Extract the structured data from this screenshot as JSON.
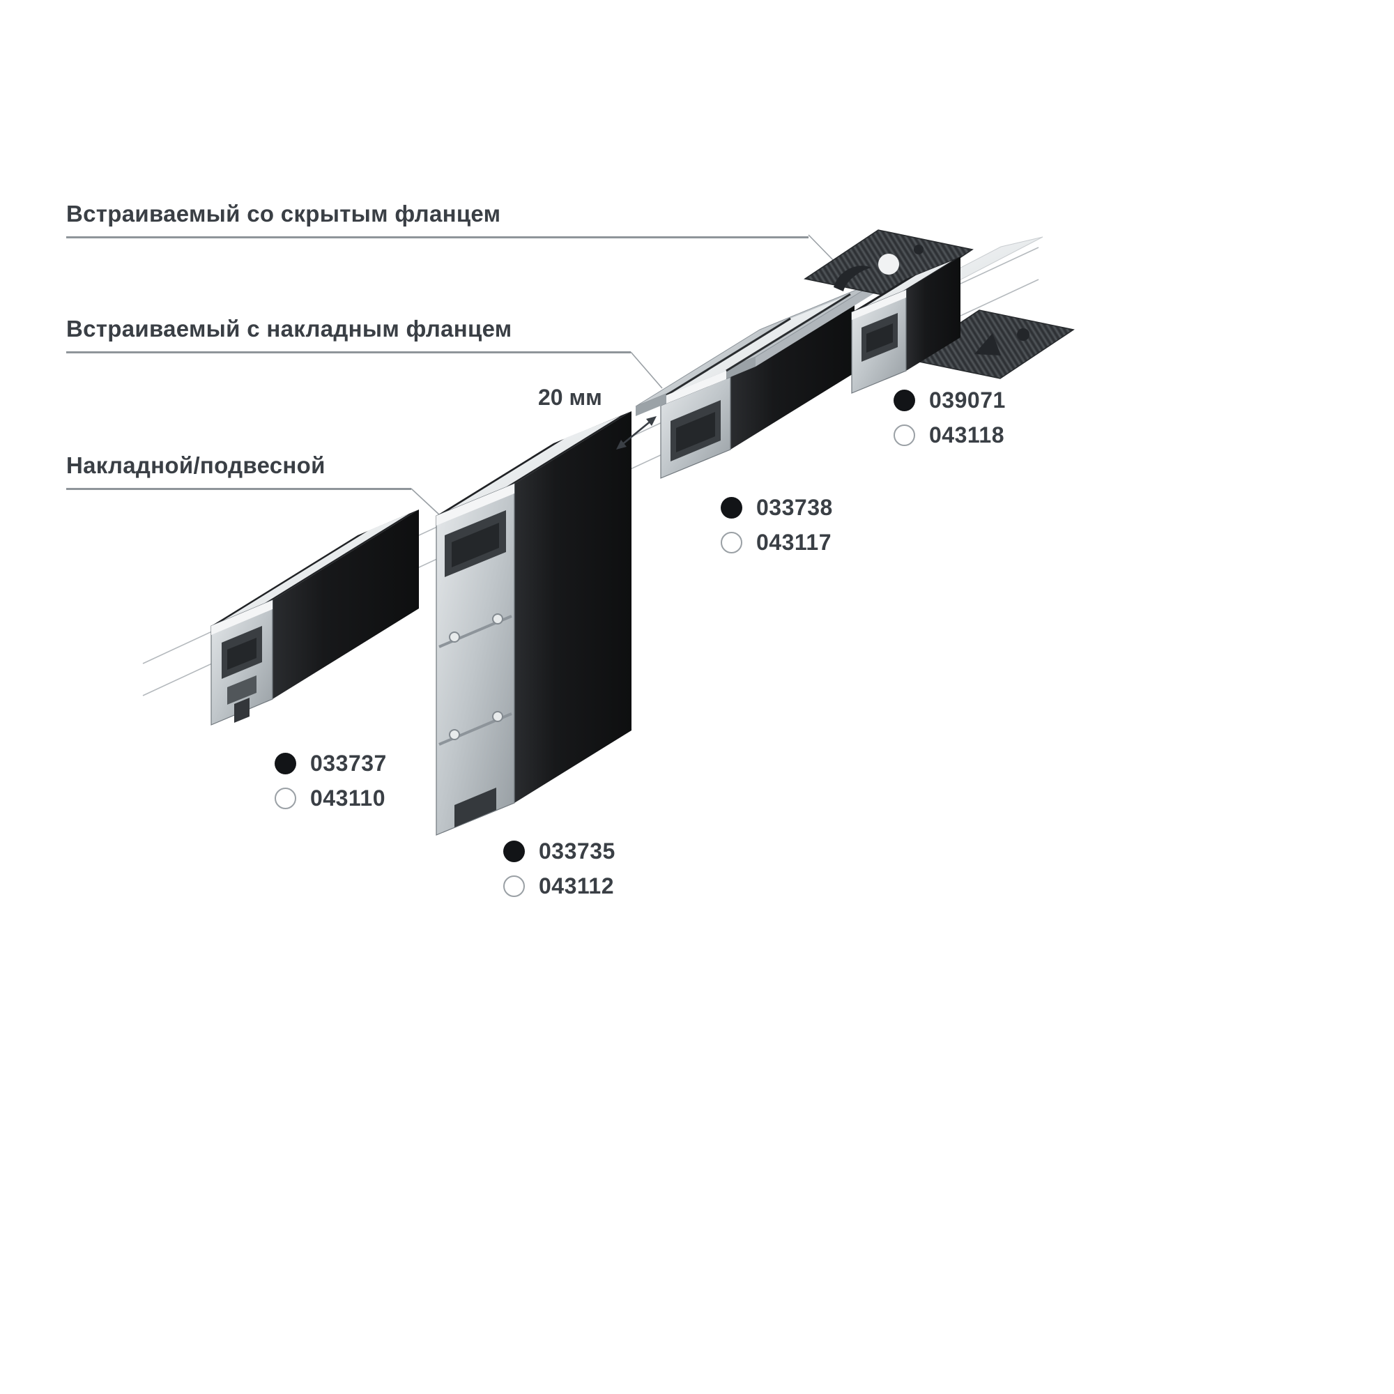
{
  "labels": {
    "hidden_flange": "Встраиваемый со скрытым фланцем",
    "surface_flange": "Встраиваемый с накладным фланцем",
    "surface_mount": "Накладной/подвесной"
  },
  "dimension": {
    "gap": "20 мм"
  },
  "products": [
    {
      "type": "recessed-hidden-flange",
      "black_code": "039071",
      "white_code": "043118"
    },
    {
      "type": "recessed-surface-flange",
      "black_code": "033738",
      "white_code": "043117"
    },
    {
      "type": "surface-small",
      "black_code": "033737",
      "white_code": "043110"
    },
    {
      "type": "surface-tall",
      "black_code": "033735",
      "white_code": "043112"
    }
  ],
  "colors": {
    "text": "#3a3f45",
    "guide_line": "#b4b9bd",
    "underline": "#8f959a",
    "profile_black": "#1a1b1d",
    "aluminum": "#c3c9cd",
    "diffuser": "#f1f2f3",
    "plate_dark": "#42464a",
    "marker_black": "#121417",
    "marker_white_border": "#9aa0a5"
  }
}
